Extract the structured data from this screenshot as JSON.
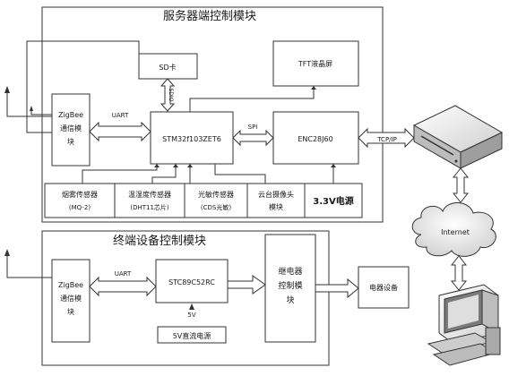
{
  "server_module": {
    "title": "服务器端控制模块",
    "sd_card": "SD卡",
    "sdio": "SDIO",
    "tft": "TFT液晶屏",
    "zigbee": [
      "ZigBee",
      "通信模",
      "块"
    ],
    "uart": "UART",
    "mcu": "STM32f103ZET6",
    "spi": "SPI",
    "eth": "ENC28J60",
    "tcpip": "TCP/IP",
    "sensors": [
      {
        "line1": "烟雾传感器",
        "line2": "(MQ-2)"
      },
      {
        "line1": "温湿度传感器",
        "line2": "(DHT11芯片)"
      },
      {
        "line1": "光敏传感器",
        "line2": "(CDS光敏)"
      },
      {
        "line1": "云台摄像头",
        "line2": "模块"
      }
    ],
    "power": "3.3V电源"
  },
  "terminal_module": {
    "title": "终端设备控制模块",
    "zigbee": [
      "ZigBee",
      "通信模",
      "块"
    ],
    "uart": "UART",
    "mcu": "STC89C52RC",
    "v5": "5V",
    "power": "5V直流电源",
    "relay": [
      "继电器",
      "控制模",
      "块"
    ],
    "appliance": "电器设备"
  },
  "network": {
    "internet": "Internet"
  }
}
